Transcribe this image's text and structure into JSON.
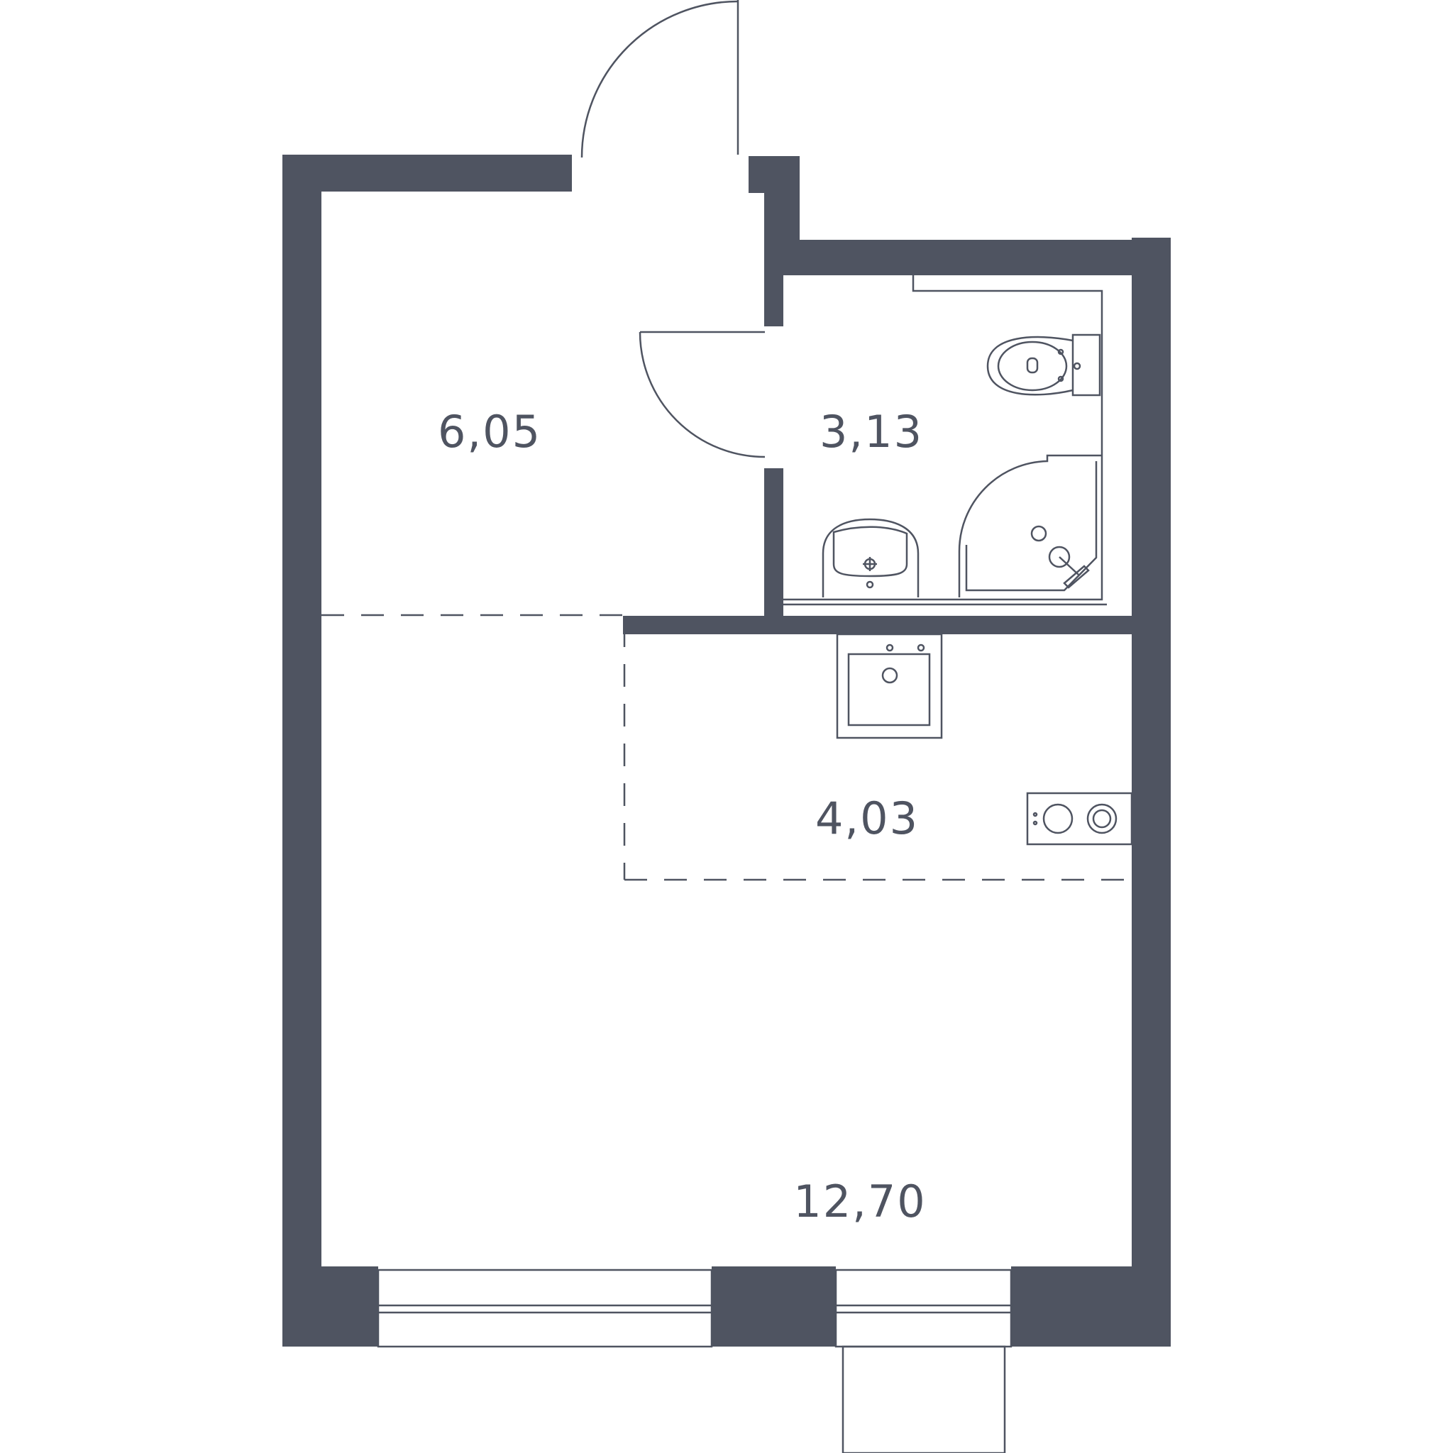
{
  "colors": {
    "wall": "#4f5461",
    "background": "#ffffff"
  },
  "rooms": [
    {
      "id": "hallway",
      "area": "6,05"
    },
    {
      "id": "bathroom",
      "area": "3,13"
    },
    {
      "id": "kitchen",
      "area": "4,03"
    },
    {
      "id": "living",
      "area": "12,70"
    }
  ],
  "fixtures": {
    "bathroom": [
      "toilet-icon",
      "sink-icon",
      "shower-icon"
    ],
    "kitchen": [
      "kitchen-sink-icon",
      "stove-icon"
    ]
  }
}
